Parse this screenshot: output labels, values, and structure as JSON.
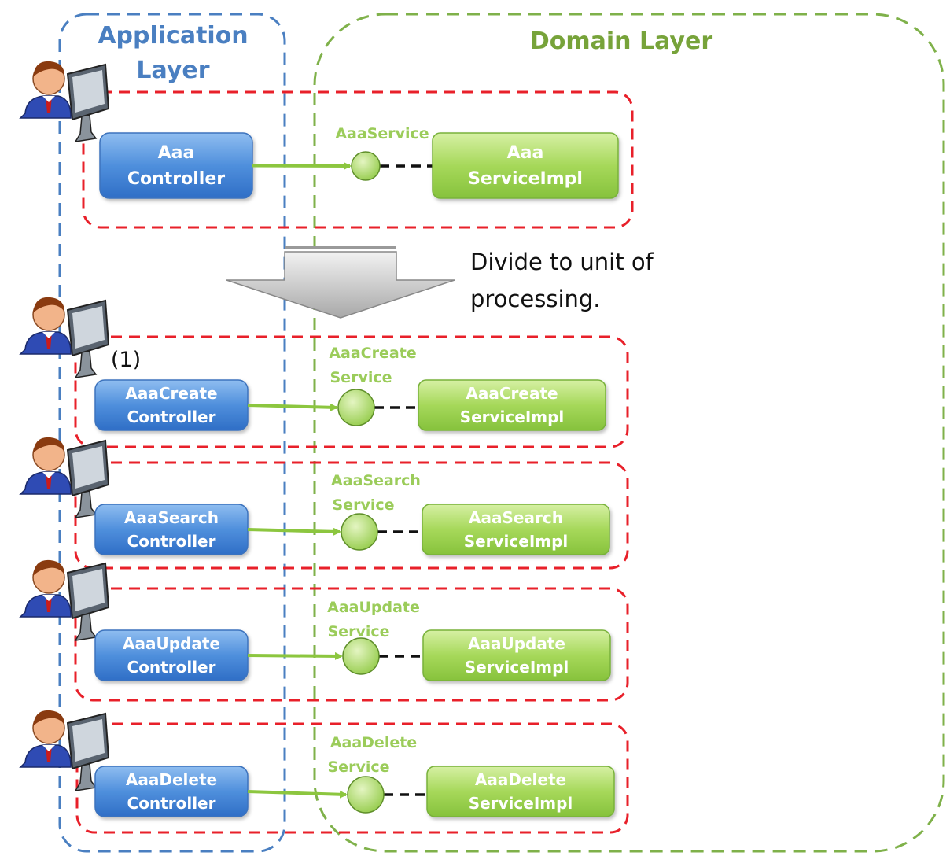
{
  "layers": {
    "application": {
      "title_line1": "Application",
      "title_line2": "Layer",
      "color": "#4a7fc1"
    },
    "domain": {
      "title": "Domain Layer",
      "color": "#77a33a"
    }
  },
  "arrow_note": {
    "line1": "Divide to unit of",
    "line2": "processing."
  },
  "rows": [
    {
      "controller_line1": "Aaa",
      "controller_line2": "Controller",
      "interface_line1": "AaaService",
      "interface_line2": "",
      "impl_line1": "Aaa",
      "impl_line2": "ServiceImpl"
    },
    {
      "marker": "(1)",
      "controller_line1": "AaaCreate",
      "controller_line2": "Controller",
      "interface_line1": "AaaCreate",
      "interface_line2": "Service",
      "impl_line1": "AaaCreate",
      "impl_line2": "ServiceImpl"
    },
    {
      "controller_line1": "AaaSearch",
      "controller_line2": "Controller",
      "interface_line1": "AaaSearch",
      "interface_line2": "Service",
      "impl_line1": "AaaSearch",
      "impl_line2": "ServiceImpl"
    },
    {
      "controller_line1": "AaaUpdate",
      "controller_line2": "Controller",
      "interface_line1": "AaaUpdate",
      "interface_line2": "Service",
      "impl_line1": "AaaUpdate",
      "impl_line2": "ServiceImpl"
    },
    {
      "controller_line1": "AaaDelete",
      "controller_line2": "Controller",
      "interface_line1": "AaaDelete",
      "interface_line2": "Service",
      "impl_line1": "AaaDelete",
      "impl_line2": "ServiceImpl"
    }
  ],
  "icons": {
    "user": "user-at-computer-icon"
  },
  "colors": {
    "controller": "#4a8ad8",
    "service": "#9ccf4f",
    "group_border": "#e8202a",
    "connector": "#8cc63f"
  }
}
